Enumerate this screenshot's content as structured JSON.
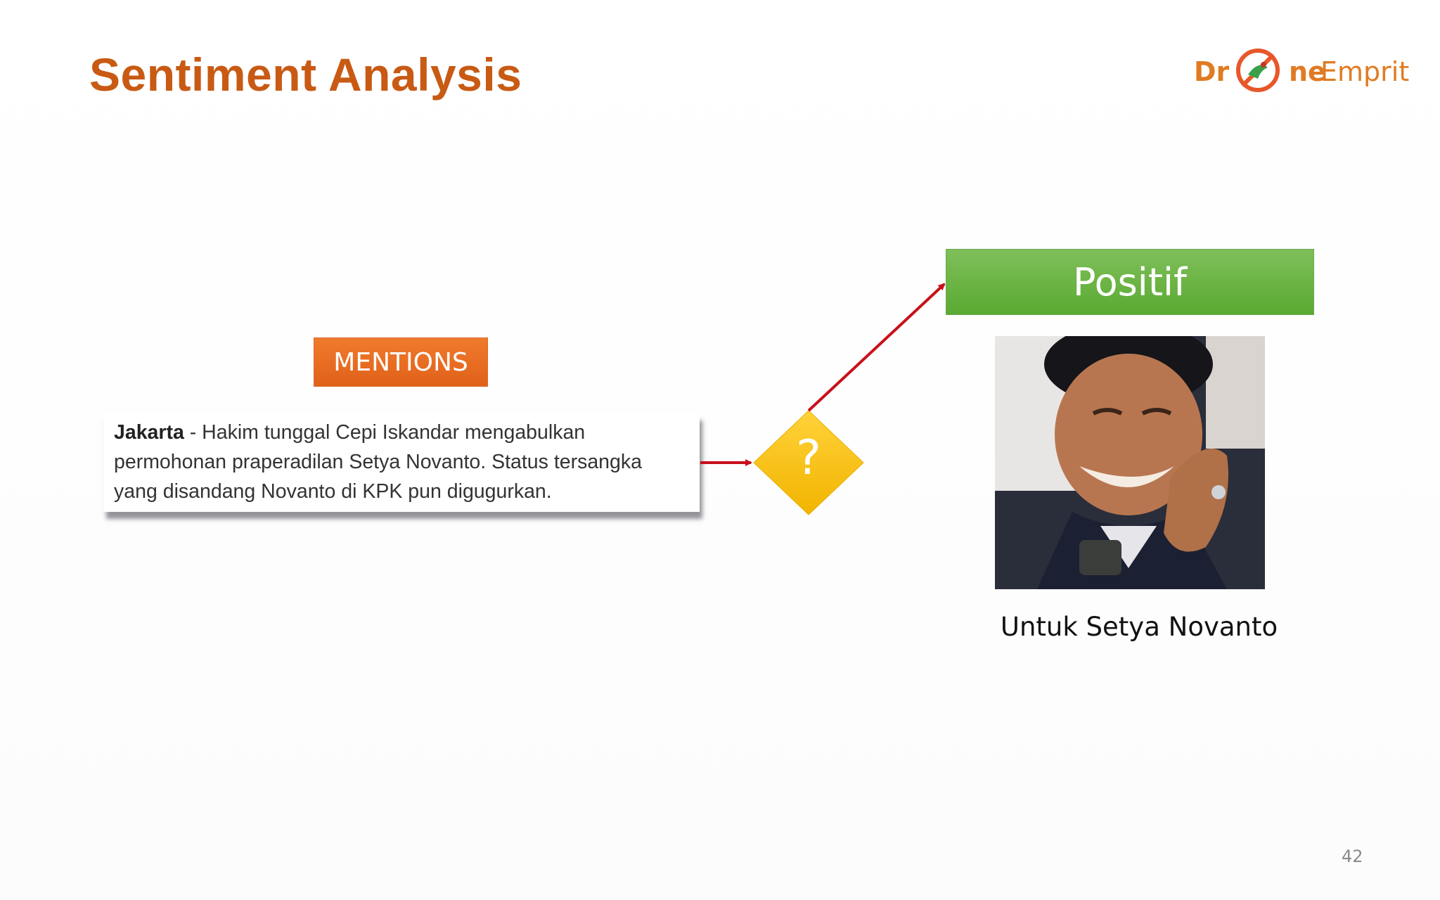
{
  "slide": {
    "title": "Sentiment Analysis",
    "page_number": "42"
  },
  "logo": {
    "part1": "Dr",
    "part2": "ne",
    "part3": "Emprit"
  },
  "mentions_label": "MENTIONS",
  "quote": {
    "lead": "Jakarta",
    "body": " - Hakim tunggal Cepi Iskandar mengabulkan permohonan praperadilan Setya Novanto. Status tersangka yang disandang Novanto di KPK pun digugurkan."
  },
  "decision": {
    "label": "?",
    "color": "#f5c000"
  },
  "result": {
    "label": "Positif",
    "color": "#62b03c"
  },
  "caption": "Untuk Setya Novanto",
  "colors": {
    "title": "#c85a14",
    "mentions": "#ea6f24",
    "arrow": "#c8101a"
  }
}
